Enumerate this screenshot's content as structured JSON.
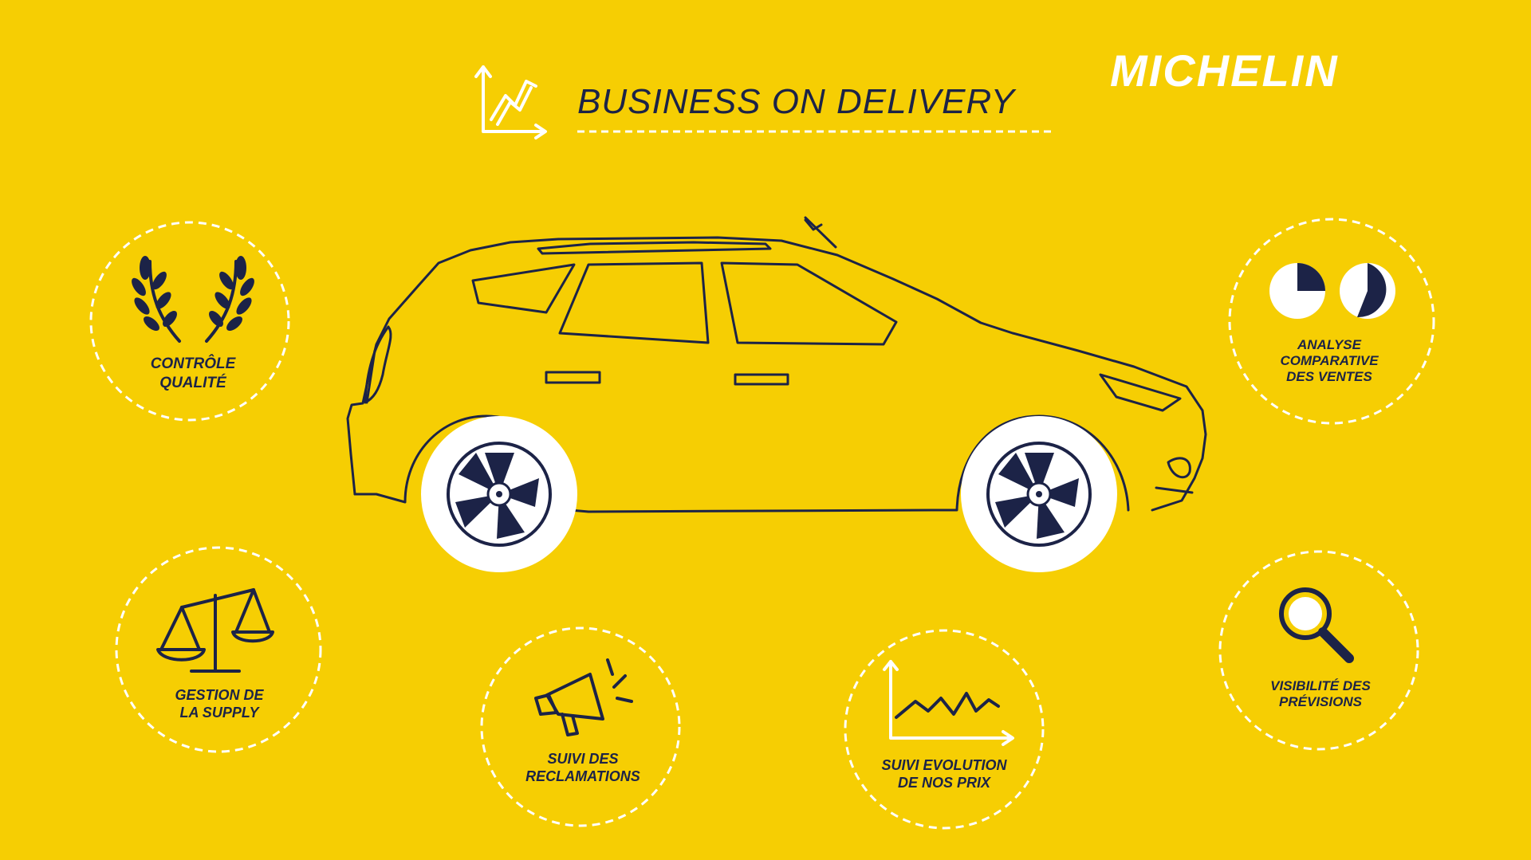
{
  "header": {
    "title": "BUSINESS ON DELIVERY",
    "logo_text": "MICHELIN"
  },
  "features": [
    {
      "id": "controle-qualite",
      "lines": [
        "CONTRÔLE",
        "QUALITÉ"
      ],
      "icon": "laurel-wreath-icon"
    },
    {
      "id": "analyse-ventes",
      "lines": [
        "ANALYSE",
        "COMPARATIVE",
        "DES VENTES"
      ],
      "icon": "pie-comparison-icon"
    },
    {
      "id": "gestion-supply",
      "lines": [
        "GESTION DE",
        "LA SUPPLY"
      ],
      "icon": "balance-scale-icon"
    },
    {
      "id": "suivi-reclamations",
      "lines": [
        "SUIVI DES",
        "RECLAMATIONS"
      ],
      "icon": "megaphone-icon"
    },
    {
      "id": "suivi-prix",
      "lines": [
        "SUIVI EVOLUTION",
        "DE NOS PRIX"
      ],
      "icon": "line-chart-icon"
    },
    {
      "id": "visibilite-previsions",
      "lines": [
        "VISIBILITÉ DES",
        "PRÉVISIONS"
      ],
      "icon": "magnifier-icon"
    }
  ],
  "colors": {
    "background": "#F6CE03",
    "ink": "#1C2347",
    "white": "#FFFFFF"
  }
}
